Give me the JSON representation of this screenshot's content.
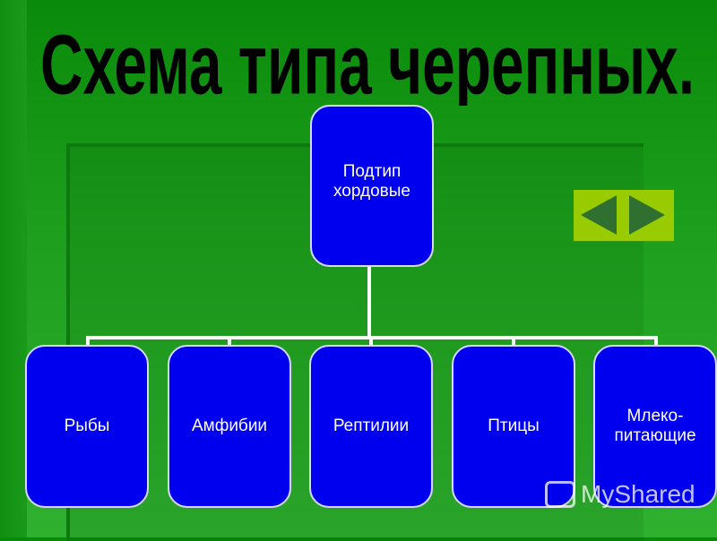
{
  "title": "Схема типа черепных.",
  "root": {
    "label": "Подтип хордовые"
  },
  "children": [
    {
      "label": "Рыбы"
    },
    {
      "label": "Амфибии"
    },
    {
      "label": "Рептилии"
    },
    {
      "label": "Птицы"
    },
    {
      "label": "Млеко-питающие"
    }
  ],
  "watermark": "MyShared",
  "colors": {
    "node_fill": "#0000ee",
    "background": "#1ea01e",
    "nav_box": "#99cc00",
    "title": "#000000"
  }
}
